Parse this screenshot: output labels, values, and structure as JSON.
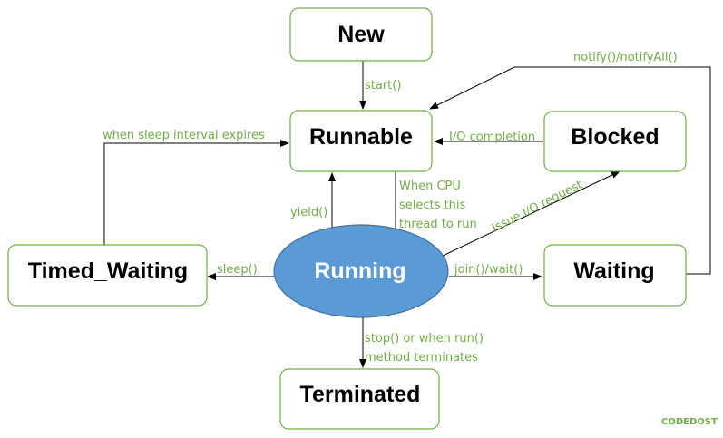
{
  "nodes": {
    "new": "New",
    "runnable": "Runnable",
    "blocked": "Blocked",
    "running": "Running",
    "timed_waiting": "Timed_Waiting",
    "waiting": "Waiting",
    "terminated": "Terminated"
  },
  "edges": {
    "start": "start()",
    "io_completion": "I/O completion",
    "notify": "notify()/notifyAll()",
    "sleep_expires": "when sleep interval expires",
    "when_cpu_line1": "When CPU",
    "when_cpu_line2": "selects this",
    "when_cpu_line3": "thread to run",
    "yield": "yield()",
    "issue_io": "Issue I/O request",
    "sleep": "sleep()",
    "join_wait": "join()/wait()",
    "stop_line1": "stop() or when run()",
    "stop_line2": "method terminates"
  },
  "brand": "CODEDOST",
  "colors": {
    "node_border": "#70ad47",
    "edge_label": "#70ad47",
    "running_fill": "#5b9bd5",
    "running_border": "#41719c",
    "arrow": "#000000"
  }
}
